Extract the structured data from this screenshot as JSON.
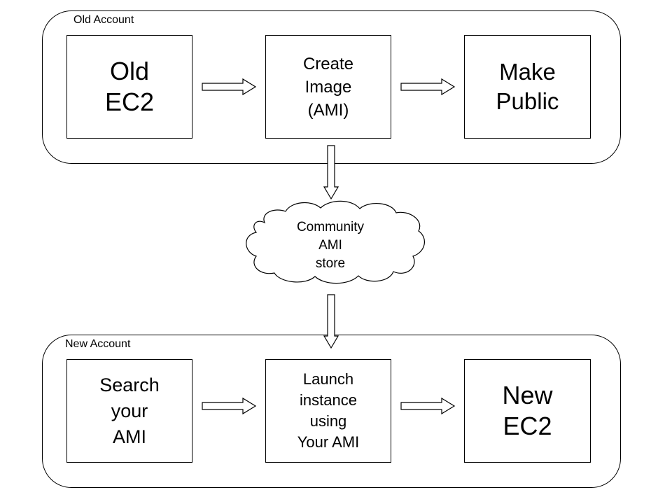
{
  "groups": {
    "old_account": {
      "label": "Old Account"
    },
    "new_account": {
      "label": "New Account"
    }
  },
  "nodes": {
    "old_ec2": {
      "lines": [
        "Old",
        "EC2"
      ]
    },
    "create_image": {
      "lines": [
        "Create",
        "Image",
        "(AMI)"
      ]
    },
    "make_public": {
      "lines": [
        "Make",
        "Public"
      ]
    },
    "community_store": {
      "lines": [
        "Community",
        "AMI",
        "store"
      ]
    },
    "search_ami": {
      "lines": [
        "Search",
        "your",
        "AMI"
      ]
    },
    "launch_instance": {
      "lines": [
        "Launch",
        "instance",
        "using",
        "Your AMI"
      ]
    },
    "new_ec2": {
      "lines": [
        "New",
        "EC2"
      ]
    }
  },
  "colors": {
    "stroke": "#000000",
    "background": "#ffffff"
  }
}
